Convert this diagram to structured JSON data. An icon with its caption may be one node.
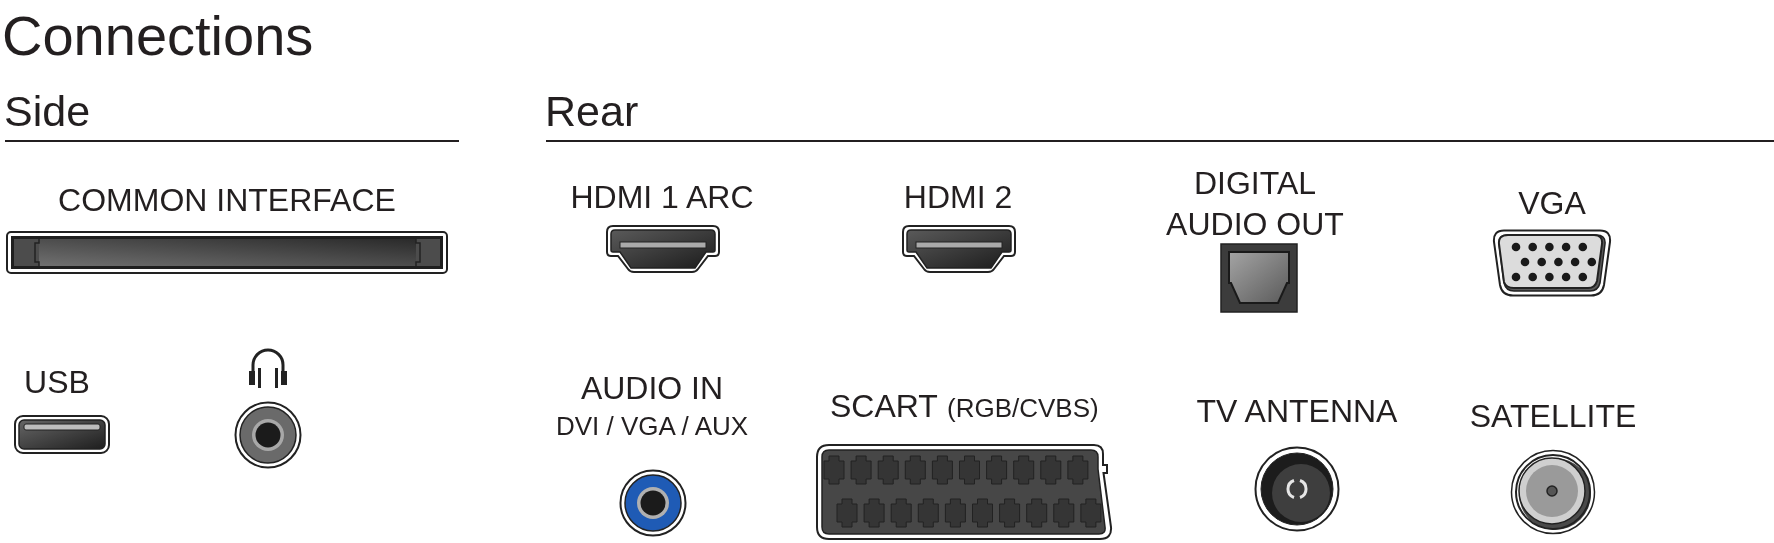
{
  "diagram": {
    "title": "Connections",
    "labels": [
      "Side",
      "Rear",
      "COMMON INTERFACE",
      "HDMI 1 ARC",
      "HDMI 2",
      "DIGITAL AUDIO OUT",
      "VGA",
      "USB",
      "AUDIO IN",
      "DVI / VGA / AUX",
      "SCART",
      "(RGB/CVBS)",
      "TV ANTENNA",
      "SATELLITE"
    ]
  }
}
